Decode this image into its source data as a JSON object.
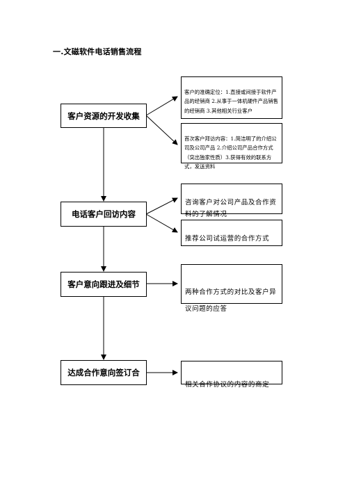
{
  "title": "一.文磁软件电话销售流程",
  "steps": [
    {
      "label": "客户资源的开发收集"
    },
    {
      "label": "电话客户回访内容"
    },
    {
      "label": "客户意向跟进及细节"
    },
    {
      "label": "达成合作意向签订合"
    }
  ],
  "notes": [
    {
      "text": "客户的准确定位：1.直接或间接于软件产品的经销商 2.从事于一体机硬件产品销售的经销商 3.其他相关行业客户"
    },
    {
      "text": "首次客户拜访内容：1.简洁明了的介绍公司及公司产品 2.介绍公司产品合作方式（突出独家性质）3.获得有效的联系方式，发送资料"
    },
    {
      "text": "咨询客户对公司产品及合作资料的了解情况"
    },
    {
      "text": "推荐公司试运营的合作方式"
    },
    {
      "text": "两种合作方式的对比及客户异议问题的应答"
    },
    {
      "text": "相关合作协议的内容的商定"
    }
  ]
}
